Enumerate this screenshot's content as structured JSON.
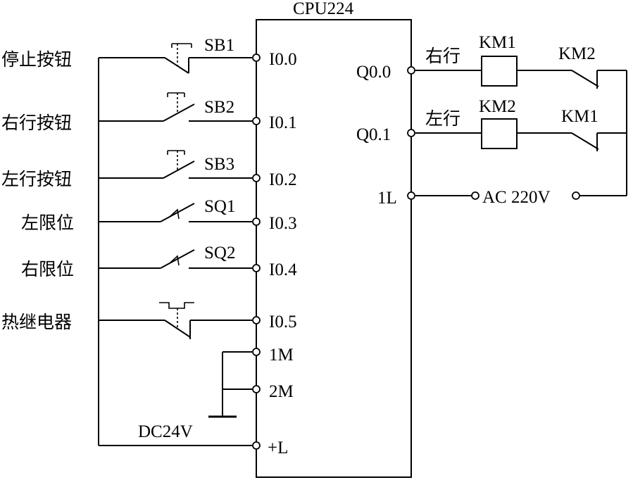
{
  "plc": {
    "model": "CPU224"
  },
  "inputs": [
    {
      "label": "停止按钮",
      "device": "SB1",
      "terminal": "I0.0"
    },
    {
      "label": "右行按钮",
      "device": "SB2",
      "terminal": "I0.1"
    },
    {
      "label": "左行按钮",
      "device": "SB3",
      "terminal": "I0.2"
    },
    {
      "label": "左限位",
      "device": "SQ1",
      "terminal": "I0.3"
    },
    {
      "label": "右限位",
      "device": "SQ2",
      "terminal": "I0.4"
    },
    {
      "label": "热继电器",
      "device": "",
      "terminal": "I0.5"
    }
  ],
  "common_terminals": [
    "1M",
    "2M"
  ],
  "power_terminal": "+L",
  "dc_supply": "DC24V",
  "outputs": [
    {
      "terminal": "Q0.0",
      "label": "右行",
      "coil": "KM1",
      "interlock": "KM2"
    },
    {
      "terminal": "Q0.1",
      "label": "左行",
      "coil": "KM2",
      "interlock": "KM1"
    }
  ],
  "output_common": "1L",
  "ac_supply": "AC 220V"
}
